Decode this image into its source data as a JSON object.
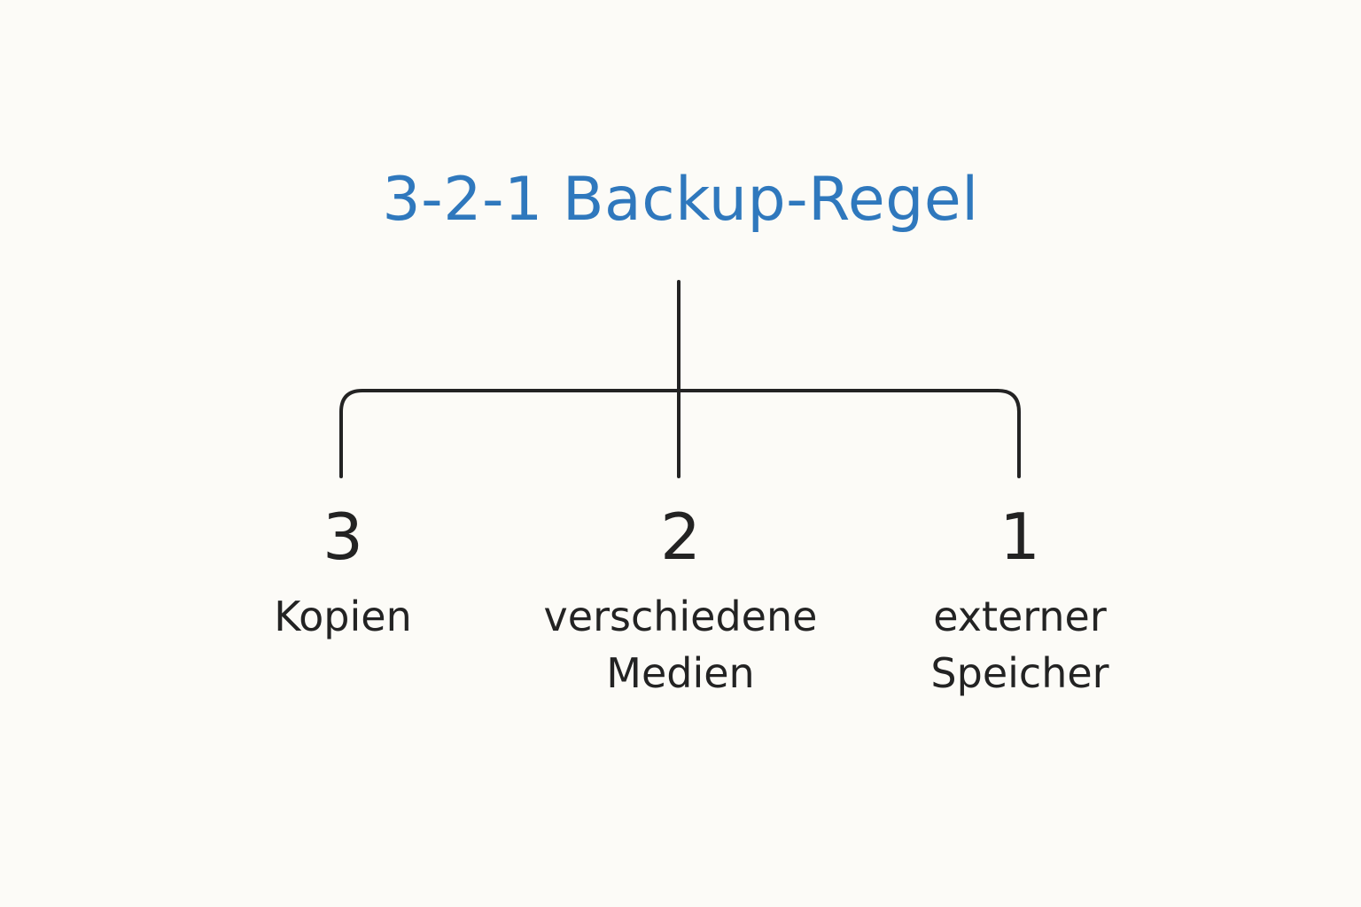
{
  "diagram": {
    "title": "3-2-1 Backup-Regel",
    "title_color": "#2f78bd",
    "line_color": "#232323",
    "nodes": [
      {
        "number": "3",
        "label": "Kopien"
      },
      {
        "number": "2",
        "label": "verschiedene\nMedien"
      },
      {
        "number": "1",
        "label": "externer\nSpeicher"
      }
    ]
  }
}
